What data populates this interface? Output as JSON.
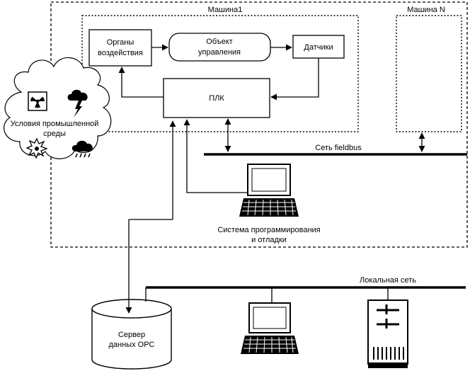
{
  "machine1": {
    "label": "Машина1"
  },
  "machine_n": {
    "label": "Машина N"
  },
  "actuators": {
    "line1": "Органы",
    "line2": "воздействия"
  },
  "control_object": {
    "line1": "Объект",
    "line2": "управления"
  },
  "sensors": {
    "label": "Датчики"
  },
  "plc": {
    "label": "ПЛК"
  },
  "fieldbus": {
    "label": "Сеть fieldbus"
  },
  "programming_system": {
    "line1": "Система программирования",
    "line2": "и отладки"
  },
  "environment": {
    "line1": "Условия промышленной",
    "line2": "среды"
  },
  "lan": {
    "label": "Локальная сеть"
  },
  "opc_server": {
    "line1": "Сервер",
    "line2": "данных OPC"
  },
  "icons": [
    "radiation-icon",
    "lightning-storm-icon",
    "explosion-icon",
    "rain-cloud-icon",
    "computer-icon",
    "server-tower-icon"
  ]
}
